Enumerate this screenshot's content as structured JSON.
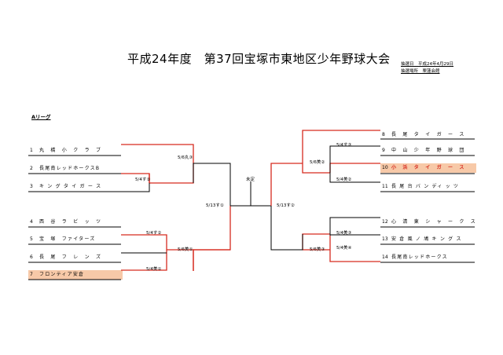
{
  "title": "平成24年度　第37回宝塚市東地区少年野球大会",
  "meta": {
    "draw_date": "抽選日　平成24年4月29日",
    "draw_place": "抽選場所　栗蓮会館"
  },
  "league_label": "Aリーグ",
  "teams_left": [
    {
      "no": "1",
      "name": "丸　橋　小　ク　ラ　ブ",
      "highlight": false
    },
    {
      "no": "2",
      "name": "長尾南レッドホークスB",
      "highlight": false
    },
    {
      "no": "3",
      "name": "キ ン グ タ イ ガ ー ス",
      "highlight": false
    },
    {
      "no": "4",
      "name": "西　谷　ラ　ビ　ッ　ツ",
      "highlight": false
    },
    {
      "no": "5",
      "name": "宝　塚　ファイターズ",
      "highlight": false
    },
    {
      "no": "6",
      "name": "長　尾　フ　レ　ン　ズ",
      "highlight": false
    },
    {
      "no": "7",
      "name": "フロンティア安倉",
      "highlight": true
    }
  ],
  "teams_right": [
    {
      "no": "8",
      "name": "長　尾　タ　イ　ガ　ー　ス",
      "highlight": false
    },
    {
      "no": "9",
      "name": "中　山　少　年　野　球　団",
      "highlight": false
    },
    {
      "no": "10",
      "name": "小　浜　タ　イ　ガ　ー　ス",
      "highlight": true
    },
    {
      "no": "11",
      "name": "長 尾 台 バ ン ディ ッ ツ",
      "highlight": false
    },
    {
      "no": "12",
      "name": "心　清　東　シ　ャ　ー　ク　ス",
      "highlight": false
    },
    {
      "no": "13",
      "name": "安 倉 風 ノ 鳩 キ ン グ ス",
      "highlight": false
    },
    {
      "no": "14",
      "name": "長尾南レッドホークス",
      "highlight": false
    }
  ],
  "match_labels": {
    "l_r1_23": "5/4す①",
    "l_r1_45": "5/4す②",
    "l_r1_67": "5/4美①",
    "l_r2_top": "5/6丸③",
    "l_r2_bot": "5/6美①",
    "l_sf": "5/13す①",
    "final": "未定",
    "r_sf": "5/13す②",
    "r_r2_top": "5/6美②",
    "r_r2_bot": "5/6美③",
    "r_r1_89": "5/4す③",
    "r_r1_1011": "5/4美②",
    "r_r1_1213": "5/4美③",
    "r_r1_14": "5/4美④"
  },
  "colors": {
    "win_line": "#d62b1f",
    "line": "#000000",
    "highlight_bg": "#f7c9a8"
  }
}
